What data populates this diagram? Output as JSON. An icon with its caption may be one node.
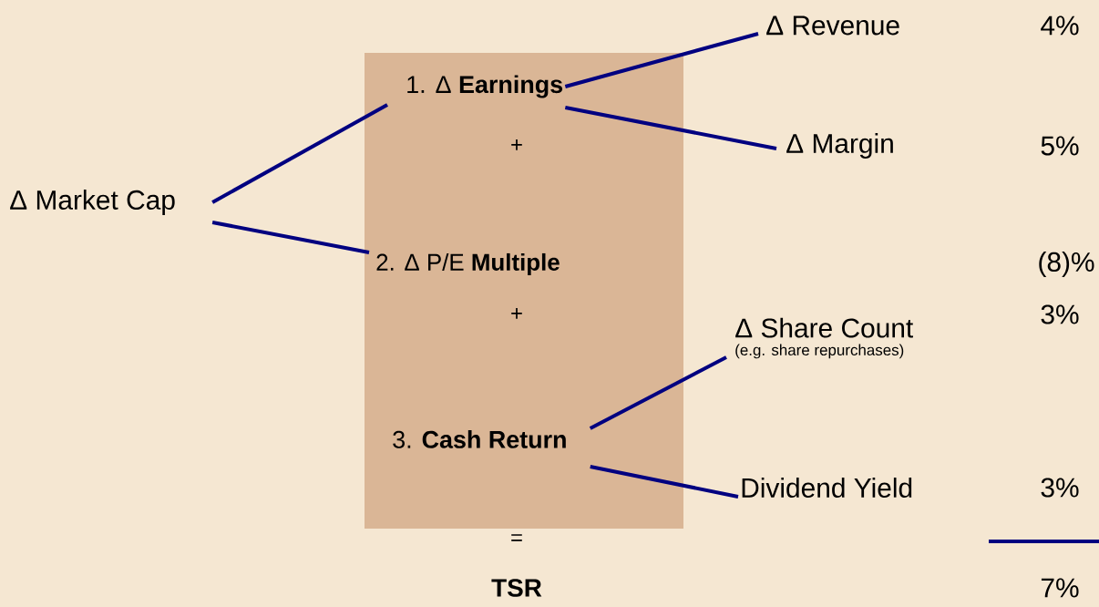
{
  "diagram": {
    "nodes": [
      {
        "text": [
          "Δ Market Cap"
        ]
      },
      {
        "text": [],
        "shape": "box"
      },
      {
        "text": [
          "1. Δ **Earnings**"
        ],
        "in": 1
      },
      {
        "text": [
          "2. Δ P/E **Multiple**"
        ],
        "in": 1
      },
      {
        "text": [
          "3. **Cash Return**"
        ],
        "in": 1
      },
      {
        "text": [
          "Δ Revenue"
        ]
      },
      {
        "text": [
          "Δ Margin"
        ]
      },
      {
        "text": [
          "Δ Share Count",
          "(e.g. share repurchases)"
        ]
      },
      {
        "text": [
          "Dividend Yield"
        ]
      }
    ],
    "edges": [
      {
        "from": 0,
        "to": 2,
        "arrow": "none"
      },
      {
        "from": 0,
        "to": 3,
        "arrow": "none"
      },
      {
        "from": 2,
        "to": 5,
        "arrow": "none"
      },
      {
        "from": 2,
        "to": 6,
        "arrow": "none"
      },
      {
        "from": 4,
        "to": 7,
        "arrow": "none"
      },
      {
        "from": 4,
        "to": 8,
        "arrow": "none"
      }
    ],
    "labels": [
      "4%",
      "+",
      "5%",
      "(8)%",
      "+",
      "3%",
      "3%",
      "=",
      "TSR",
      "7%"
    ]
  }
}
